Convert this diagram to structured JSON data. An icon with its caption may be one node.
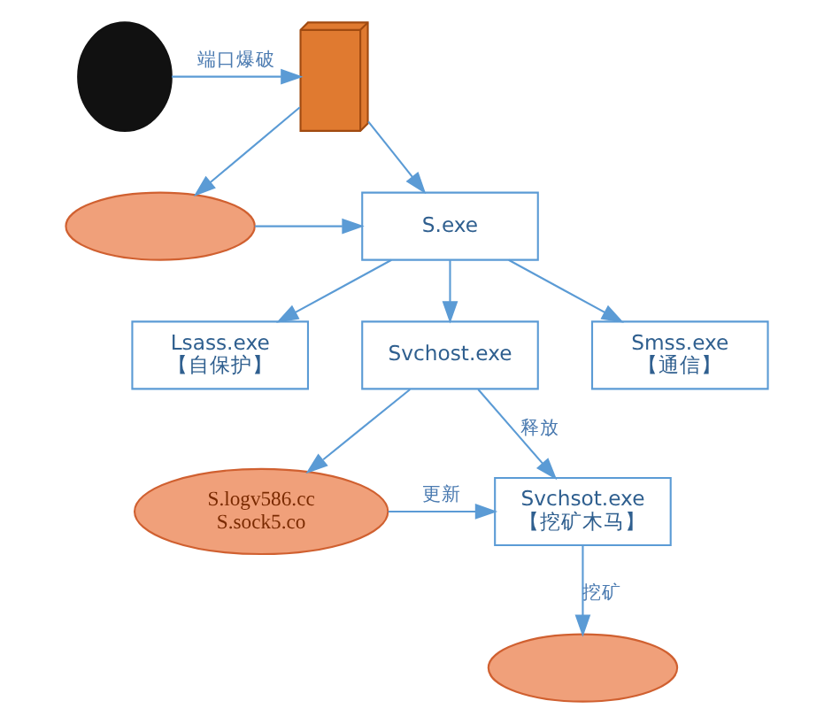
{
  "diagram": {
    "nodes": [
      {
        "text": [],
        "shape": "person"
      },
      {
        "text": [],
        "shape": "picture"
      },
      {
        "text": [
          "S.exe"
        ]
      },
      {
        "text": [],
        "shape": "cloud"
      },
      {
        "text": [
          "Lsass.exe",
          "【自保护】"
        ]
      },
      {
        "text": [
          "Svchost.exe"
        ]
      },
      {
        "text": [
          "Smss.exe",
          "【通信】"
        ]
      },
      {
        "text": [
          "S.logv586.cc",
          "S.sock5.co"
        ]
      },
      {
        "text": [
          "Svchsot.exe",
          "【挖矿木马】"
        ]
      },
      {
        "text": [],
        "shape": "cloud"
      }
    ],
    "edges": [
      {
        "from": 0,
        "to": 1,
        "arrow": "to",
        "label": "端口爆破"
      },
      {
        "from": 1,
        "to": 2,
        "arrow": "to"
      },
      {
        "from": 1,
        "to": 3,
        "arrow": "to"
      },
      {
        "from": 3,
        "to": 2,
        "arrow": "to"
      },
      {
        "from": 2,
        "to": 4,
        "arrow": "to"
      },
      {
        "from": 2,
        "to": 5,
        "arrow": "to"
      },
      {
        "from": 2,
        "to": 6,
        "arrow": "to"
      },
      {
        "from": 5,
        "to": 8,
        "arrow": "to",
        "label": "释放"
      },
      {
        "from": 5,
        "to": 7,
        "arrow": "to"
      },
      {
        "from": 7,
        "to": 8,
        "arrow": "to",
        "label": "更新"
      },
      {
        "from": 8,
        "to": 9,
        "arrow": "to",
        "label": "挖矿"
      }
    ]
  }
}
